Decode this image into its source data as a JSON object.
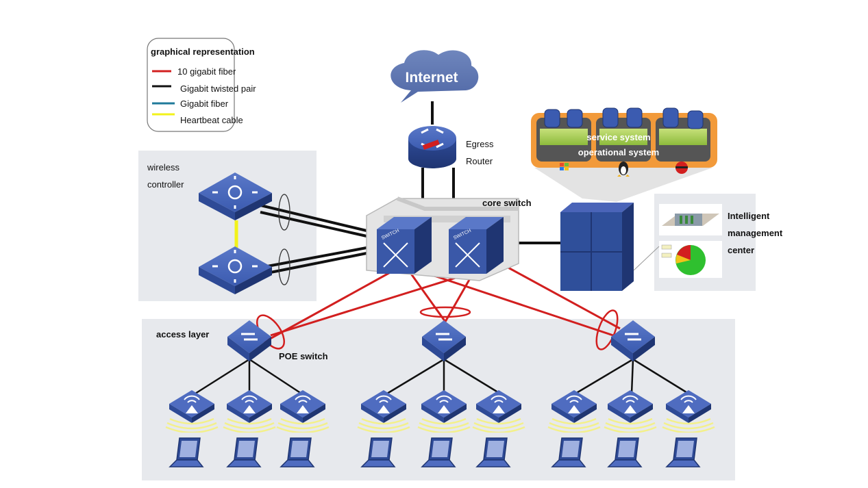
{
  "legend": {
    "title": "graphical representation",
    "items": [
      {
        "label": "10 gigabit fiber",
        "color": "#d21f1f"
      },
      {
        "label": "Gigabit twisted pair",
        "color": "#111111"
      },
      {
        "label": "Gigabit fiber",
        "color": "#1f7a9a"
      },
      {
        "label": "Heartbeat cable",
        "color": "#f2f21a"
      }
    ]
  },
  "internet": {
    "label": "Internet"
  },
  "router": {
    "label_line1": "Egress",
    "label_line2": "Router"
  },
  "core": {
    "label": "core switch",
    "switch_label": "SWITCH"
  },
  "wireless": {
    "label_line1": "wireless",
    "label_line2": "controller"
  },
  "services": {
    "line1": "service system",
    "line2": "operational system"
  },
  "management": {
    "line1": "Intelligent",
    "line2": "management",
    "line3": "center"
  },
  "access": {
    "label": "access layer",
    "switch_label": "POE switch"
  },
  "colors": {
    "fiber10g": "#d21f1f",
    "twisted": "#111111",
    "heartbeat": "#f2f21a",
    "device_blue": "#2f4f9a",
    "panel_gray": "#e7e9ed",
    "services_orange": "#f29a3a"
  }
}
